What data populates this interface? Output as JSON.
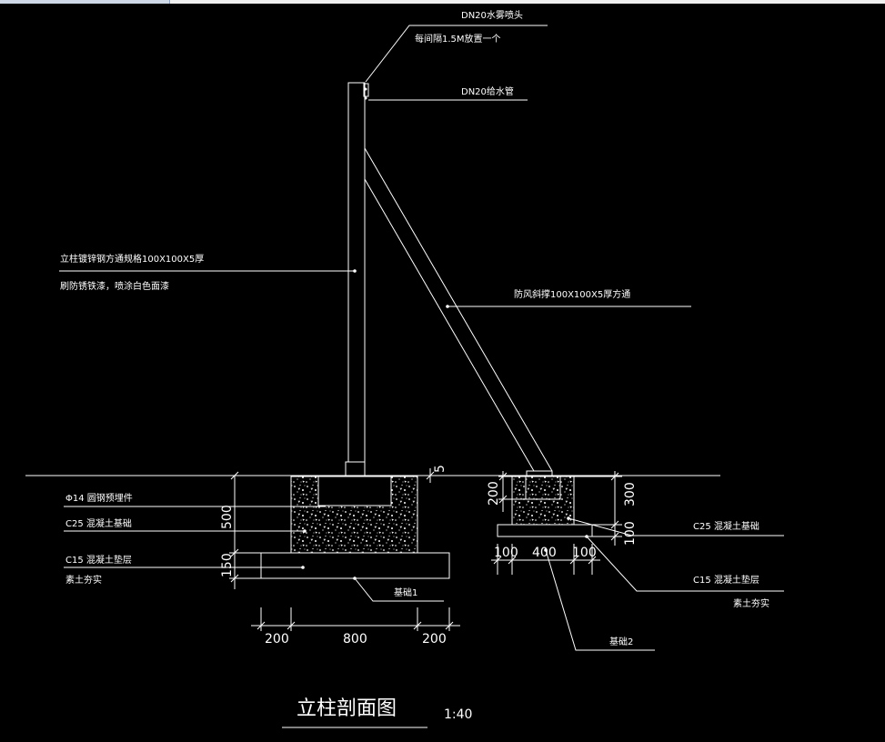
{
  "window": {
    "title": ""
  },
  "labels": {
    "sprinkler": "DN20水雾喷头",
    "spacing": "每间隔1.5M放置一个",
    "water_pipe": "DN20给水管",
    "post_line1": "立柱镀锌钢方通规格100X100X5厚",
    "post_line2": "刷防锈铁漆，喷涂白色面漆",
    "brace": "防风斜撑100X100X5厚方通",
    "anchor_bar": "Φ14 圆钢预埋件",
    "c25_left": "C25 混凝土基础",
    "c15_left": "C15 混凝土垫层",
    "soil_left": "素土夯实",
    "foundation1": "基础1",
    "c25_right": "C25 混凝土基础",
    "c15_right": "C15 混凝土垫层",
    "soil_right": "素土夯实",
    "foundation2": "基础2"
  },
  "dims": {
    "left_h500": "500",
    "left_h150": "150",
    "left_w200a": "200",
    "left_w800": "800",
    "left_w200b": "200",
    "top_5": "5",
    "right_h200": "200",
    "right_h300": "300",
    "right_h100": "100",
    "right_w100a": "100",
    "right_w400": "400",
    "right_w100b": "100"
  },
  "title": {
    "text": "立柱剖面图",
    "scale": "1:40"
  },
  "colors": {
    "background": "#000000",
    "lines": "#ffffff"
  }
}
